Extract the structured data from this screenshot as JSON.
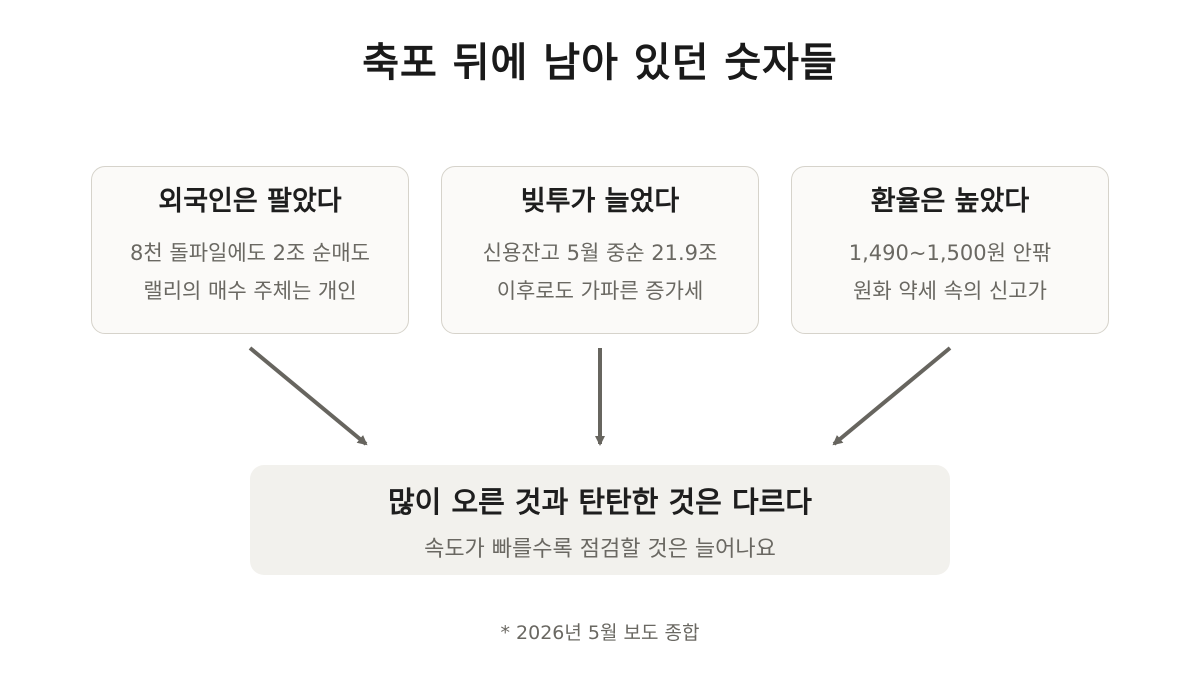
{
  "title": "축포 뒤에 남아 있던 숫자들",
  "cards": [
    {
      "title": "외국인은 팔았다",
      "lines": [
        "8천 돌파일에도 2조 순매도",
        "랠리의 매수 주체는 개인"
      ]
    },
    {
      "title": "빚투가 늘었다",
      "lines": [
        "신용잔고 5월 중순 21.9조",
        "이후로도 가파른 증가세"
      ]
    },
    {
      "title": "환율은 높았다",
      "lines": [
        "1,490~1,500원 안팎",
        "원화 약세 속의 신고가"
      ]
    }
  ],
  "result": {
    "title": "많이 오른 것과 탄탄한 것은 다르다",
    "subtitle": "속도가 빠를수록 점검할 것은 늘어나요"
  },
  "footnote": "* 2026년 5월 보도 종합",
  "colors": {
    "card_bg": "#fbfaf8",
    "card_border": "#d6d3cb",
    "result_bg": "#f2f1ed",
    "arrow": "#67655f",
    "muted_text": "#6a6862"
  }
}
